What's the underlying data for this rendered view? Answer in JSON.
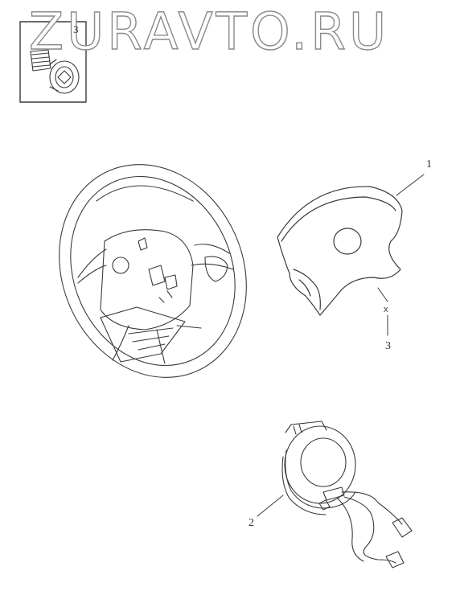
{
  "watermark": {
    "text": "ZURAVTO.RU"
  },
  "corner_mark": "",
  "inset": {
    "label": "3",
    "content": "screw-icon"
  },
  "callouts": {
    "airbag_module": "1",
    "clock_spring": "2",
    "screw": "3",
    "screw_tag": "x"
  },
  "colors": {
    "line": "#3a3a3a",
    "watermark_stroke": "#8a8a8a",
    "background": "#ffffff"
  }
}
